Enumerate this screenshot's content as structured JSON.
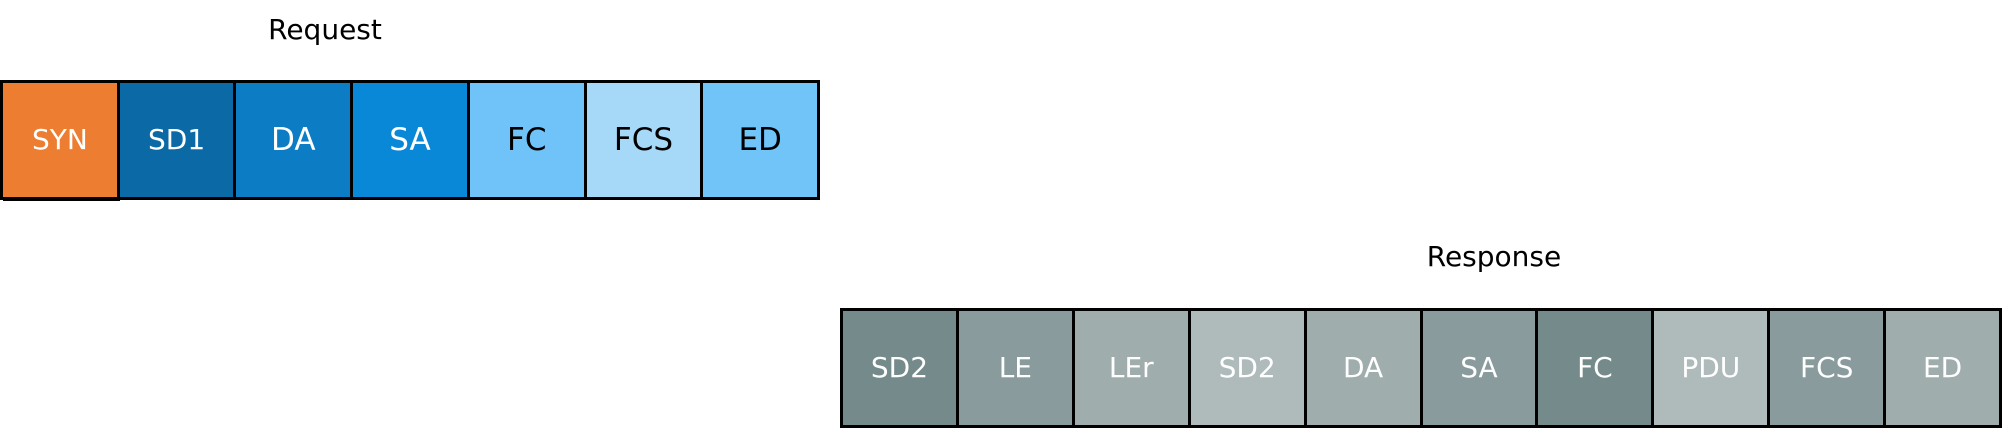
{
  "request": {
    "title": "Request",
    "fields": [
      {
        "label": "SYN",
        "color": "#ED7D31",
        "text_color": "#FFFFFF"
      },
      {
        "label": "SD1",
        "color": "#0B6AA6",
        "text_color": "#FFFFFF"
      },
      {
        "label": "DA",
        "color": "#0C7CC4",
        "text_color": "#FFFFFF"
      },
      {
        "label": "SA",
        "color": "#0A88D8",
        "text_color": "#FFFFFF"
      },
      {
        "label": "FC",
        "color": "#6FC3F8",
        "text_color": "#000000"
      },
      {
        "label": "FCS",
        "color": "#A6D9F8",
        "text_color": "#000000"
      },
      {
        "label": "ED",
        "color": "#70C4F8",
        "text_color": "#000000"
      }
    ]
  },
  "response": {
    "title": "Response",
    "fields": [
      {
        "label": "SD2",
        "color": "#758A8B",
        "text_color": "#FFFFFF"
      },
      {
        "label": "LE",
        "color": "#899B9D",
        "text_color": "#FFFFFF"
      },
      {
        "label": "LEr",
        "color": "#A0ADAD",
        "text_color": "#FFFFFF"
      },
      {
        "label": "SD2",
        "color": "#AFBABB",
        "text_color": "#FFFFFF"
      },
      {
        "label": "DA",
        "color": "#A0ADAD",
        "text_color": "#FFFFFF"
      },
      {
        "label": "SA",
        "color": "#899B9D",
        "text_color": "#FFFFFF"
      },
      {
        "label": "FC",
        "color": "#758A8B",
        "text_color": "#FFFFFF"
      },
      {
        "label": "PDU",
        "color": "#AFBABB",
        "text_color": "#FFFFFF"
      },
      {
        "label": "FCS",
        "color": "#899B9D",
        "text_color": "#FFFFFF"
      },
      {
        "label": "ED",
        "color": "#A0ADAD",
        "text_color": "#FFFFFF"
      }
    ]
  }
}
